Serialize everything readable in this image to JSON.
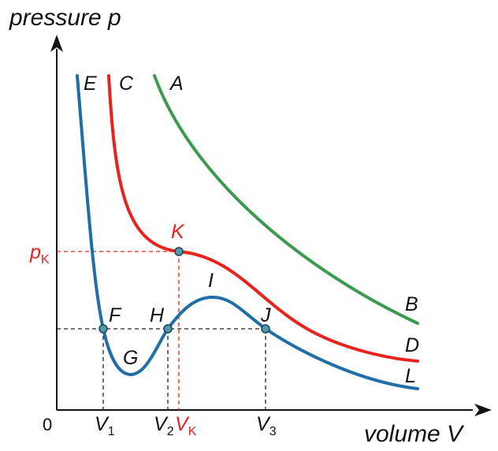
{
  "axes": {
    "y_title": "pressure p",
    "x_title": "volume V",
    "origin": "0"
  },
  "colors": {
    "blue": "#1f6ea8",
    "red": "#e8231c",
    "green": "#3c9a4f",
    "point_fill": "#4e9aa8",
    "dashed_black": "#222222"
  },
  "curve_labels": {
    "E": "E",
    "C": "C",
    "A": "A",
    "B": "B",
    "D": "D",
    "L": "L"
  },
  "point_labels": {
    "K": "K",
    "F": "F",
    "G": "G",
    "H": "H",
    "I": "I",
    "J": "J"
  },
  "pressure_label": {
    "base": "p",
    "sub": "K"
  },
  "volume_ticks": [
    {
      "base": "V",
      "sub": "1",
      "color": "black"
    },
    {
      "base": "V",
      "sub": "2",
      "color": "black"
    },
    {
      "base": "V",
      "sub": "K",
      "color": "red"
    },
    {
      "base": "V",
      "sub": "3",
      "color": "black"
    }
  ]
}
